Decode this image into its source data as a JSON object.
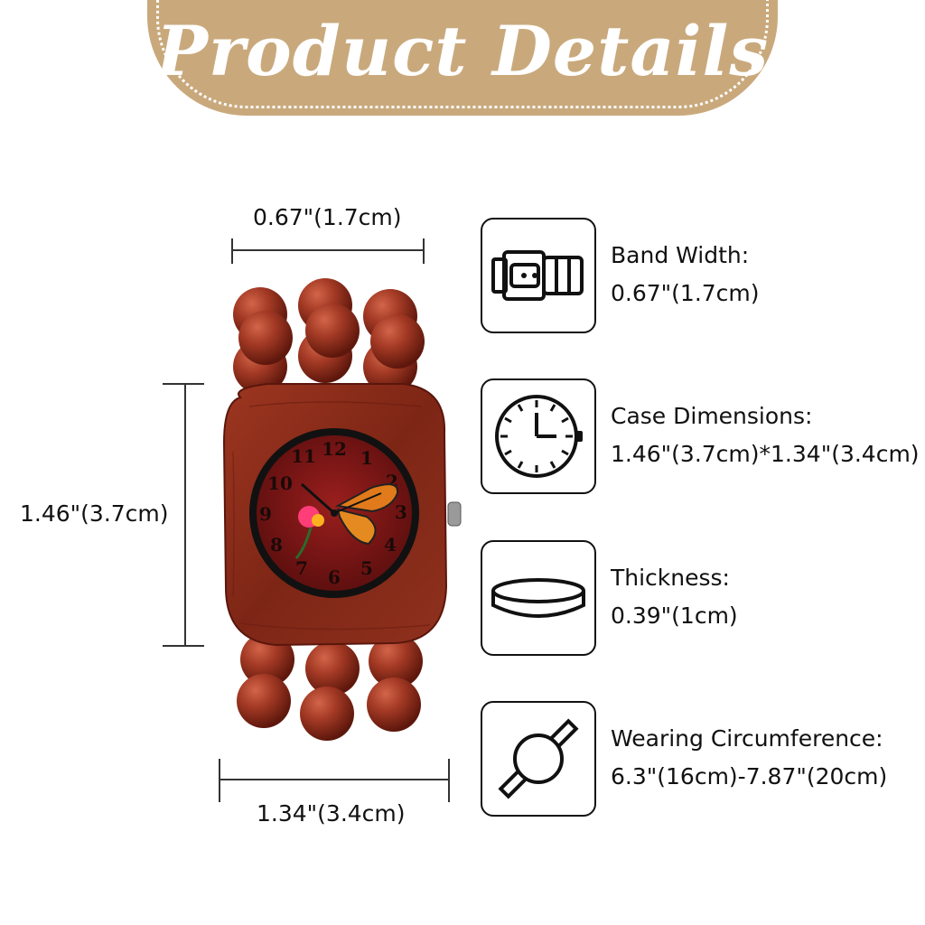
{
  "banner": {
    "title": "Product Details"
  },
  "dimensions": {
    "top_width": "0.67\"(1.7cm)",
    "height": "1.46\"(3.7cm)",
    "bottom_width": "1.34\"(3.4cm)"
  },
  "specs": [
    {
      "icon": "watch-band-icon",
      "label": "Band Width:",
      "value": "0.67\"(1.7cm)"
    },
    {
      "icon": "clock-icon",
      "label": "Case Dimensions:",
      "value": "1.46\"(3.7cm)*1.34\"(3.4cm)"
    },
    {
      "icon": "thickness-disc-icon",
      "label": "Thickness:",
      "value": "0.39\"(1cm)"
    },
    {
      "icon": "wrist-circumference-icon",
      "label": "Wearing Circumference:",
      "value": "6.3\"(16cm)-7.87\"(20cm)"
    }
  ],
  "watch_face": {
    "numerals": [
      "12",
      "1",
      "2",
      "3",
      "4",
      "5",
      "6",
      "7",
      "8",
      "9",
      "10",
      "11"
    ]
  },
  "colors": {
    "banner": "#c9a97c",
    "wood": "#8b2a1a",
    "dial": "#7a1414"
  }
}
